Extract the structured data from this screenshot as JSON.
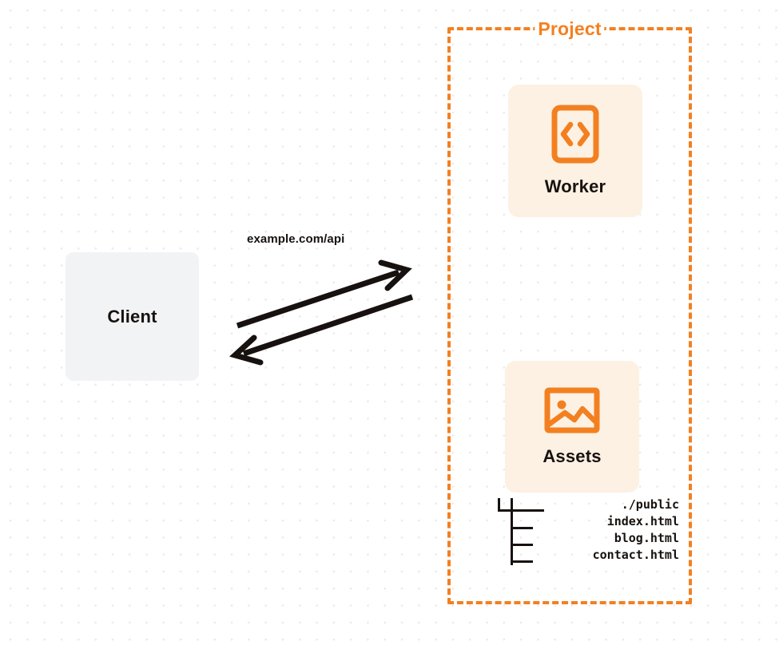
{
  "diagram": {
    "background": {
      "dot_color": "#ebebeb",
      "page_color": "#ffffff"
    },
    "client": {
      "label": "Client",
      "fill": "#f2f3f5",
      "text_color": "#17120f"
    },
    "project": {
      "title": "Project",
      "border_color": "#f38020",
      "border_style": "dashed"
    },
    "worker": {
      "label": "Worker",
      "icon": "code-brackets-icon",
      "fill": "#fdf1e4",
      "icon_color": "#f38020"
    },
    "assets": {
      "label": "Assets",
      "icon": "image-picture-icon",
      "fill": "#fdf1e4",
      "icon_color": "#f38020"
    },
    "file_tree": {
      "rows": [
        {
          "text": "./public"
        },
        {
          "text": "index.html"
        },
        {
          "text": "blog.html"
        },
        {
          "text": "contact.html"
        }
      ]
    },
    "connection": {
      "label": "example.com/api",
      "request_arrow": "arrow-client-to-project",
      "response_arrow": "arrow-project-to-client",
      "stroke_color": "#17120f"
    }
  }
}
